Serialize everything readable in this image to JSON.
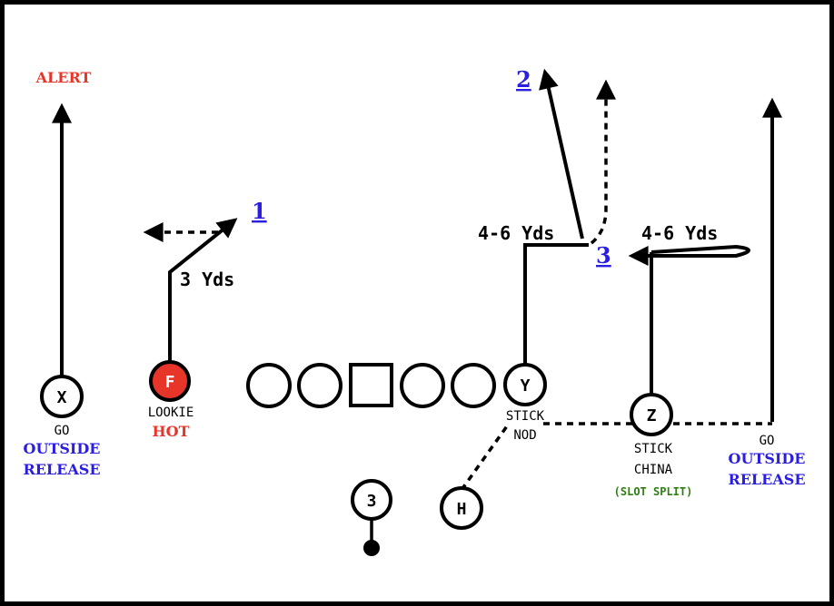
{
  "colors": {
    "border": "#000000",
    "line": "#000000",
    "alert": "#e8352a",
    "hot": "#e8352a",
    "release": "#2a1ee0",
    "read_number": "#2a1ee0",
    "slot_split": "#2e7d12",
    "fb_fill": "#e8352a"
  },
  "players": {
    "x": "X",
    "f": "F",
    "y": "Y",
    "z": "Z",
    "h": "H",
    "qb": "3"
  },
  "labels": {
    "alert": "ALERT",
    "x_route": "GO",
    "x_release_1": "OUTSIDE",
    "x_release_2": "RELEASE",
    "f_route": "LOOKIE",
    "f_tag": "HOT",
    "f_depth": "3 Yds",
    "read_1": "1",
    "read_2": "2",
    "read_3": "3",
    "y_depth": "4-6 Yds",
    "z_depth": "4-6 Yds",
    "y_route_1": "STICK",
    "y_route_2": "NOD",
    "z_route_1": "STICK",
    "z_route_2": "CHINA",
    "z_note": "(SLOT SPLIT)",
    "far_route": "GO",
    "far_release_1": "OUTSIDE",
    "far_release_2": "RELEASE"
  }
}
